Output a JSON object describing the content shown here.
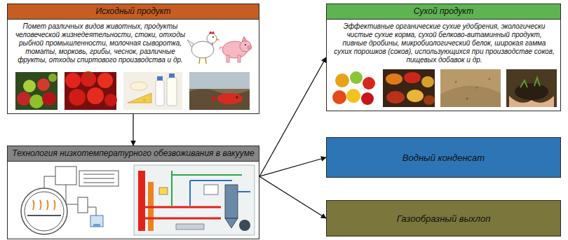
{
  "diagram": {
    "nodes": [
      {
        "text": [
          "Исходный продукт",
          "Помет различных видов животных, продукты человеческой жизнедеятельности, стоки, отходы рыбной промышленности, молочная сыворотка, томаты, морковь, грибы, чеснок, различные фрукты, отходы спиртового производства и др."
        ]
      },
      {
        "text": [
          "Технология низкотемпературного обезвоживания в вакууме"
        ]
      },
      {
        "text": [
          "Сухой продукт",
          "Эффективные органические сухие удобрения, экологически чистые сухие корма, сухой белково-витаминный продукт, пивные дробины, микробиологический белок, широкая гамма сухих порошков (соков), использующихся при производстве соков, пищевых добавок и др."
        ]
      },
      {
        "text": [
          "Водный конденсат"
        ]
      },
      {
        "text": [
          "Газообразный выхлоп"
        ]
      }
    ],
    "edges": [
      {
        "from": 0,
        "to": 1,
        "arrow": "to"
      },
      {
        "from": 1,
        "to": 2,
        "arrow": "to"
      },
      {
        "from": 1,
        "to": 3,
        "arrow": "to"
      },
      {
        "from": 1,
        "to": 4,
        "arrow": "to"
      }
    ]
  }
}
